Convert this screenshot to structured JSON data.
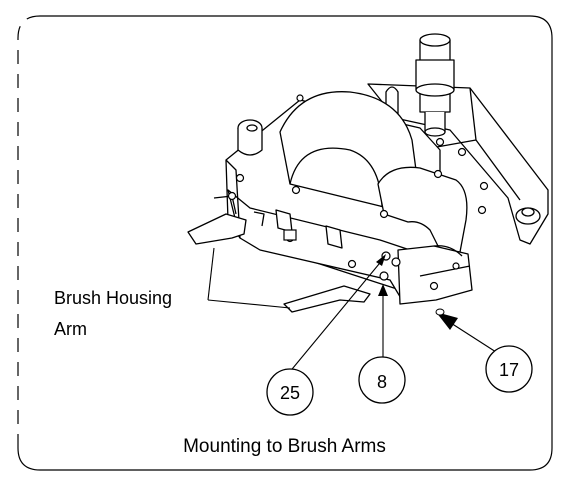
{
  "figure": {
    "caption": "Mounting to Brush Arms",
    "labels": {
      "brush_housing_line1": "Brush Housing",
      "brush_housing_line2": "Arm"
    },
    "callouts": [
      {
        "id": "25",
        "text": "25"
      },
      {
        "id": "8",
        "text": "8"
      },
      {
        "id": "17",
        "text": "17"
      }
    ]
  }
}
